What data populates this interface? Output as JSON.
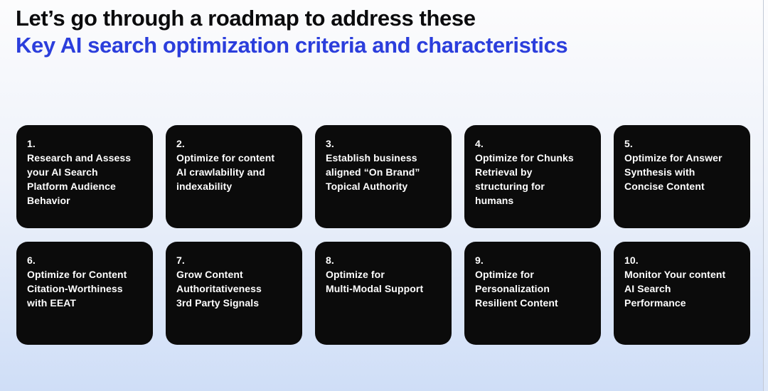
{
  "title": {
    "line1": "Let’s go through a roadmap to address these",
    "line2": "Key AI search optimization criteria and characteristics"
  },
  "colors": {
    "accent_blue": "#2B3EDC",
    "title_black": "#0B0B0D",
    "card_bg": "#0B0B0B",
    "card_text": "#FFFFFF",
    "bg_top": "#FCFCFD",
    "bg_bottom": "#CFDEF7",
    "edge_line": "#C2C9D6",
    "edge_bottom": "#DCE7F9"
  },
  "cards": [
    {
      "number": "1.",
      "text": "Research and Assess\nyour AI Search\nPlatform Audience\nBehavior"
    },
    {
      "number": "2.",
      "text": "Optimize for content\nAI crawlability and\nindexability"
    },
    {
      "number": "3.",
      "text": "Establish business\naligned “On Brand”\nTopical Authority"
    },
    {
      "number": "4.",
      "text": "Optimize for Chunks\nRetrieval by\nstructuring for\nhumans"
    },
    {
      "number": "5.",
      "text": "Optimize for Answer\nSynthesis with\nConcise Content"
    },
    {
      "number": "6.",
      "text": "Optimize for Content\nCitation-Worthiness\nwith EEAT"
    },
    {
      "number": "7.",
      "text": "Grow Content\nAuthoritativeness\n3rd Party Signals"
    },
    {
      "number": "8.",
      "text": "Optimize for\nMulti-Modal Support"
    },
    {
      "number": "9.",
      "text": "Optimize for\nPersonalization\nResilient Content"
    },
    {
      "number": "10.",
      "text": "Monitor Your content\nAI Search\nPerformance"
    }
  ]
}
